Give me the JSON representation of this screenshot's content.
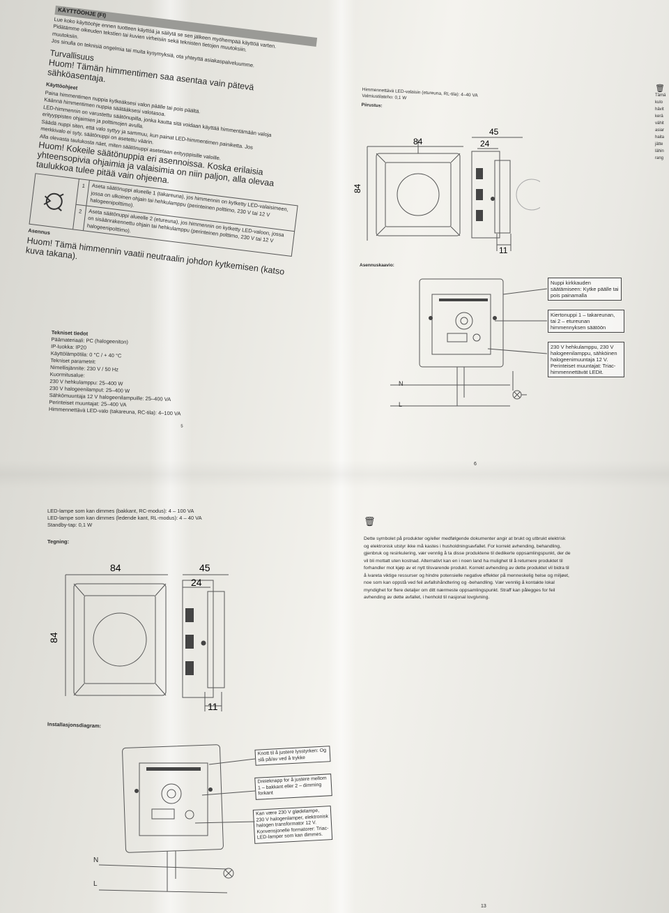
{
  "fi": {
    "header": "KÄYTTÖOHJE (FI)",
    "intro": [
      "Lue koko käyttöohje ennen tuotteen käyttöä ja säilytä se sen jälkeen myöhempää käyttöä varten.",
      "Pidätämme oikeuden tekstien tai kuvien virheisiin sekä teknisten tietojen muutoksiin.",
      "muutoksiin.",
      "Jos sinulla on teknisiä ongelmia tai muita kysymyksiä, ota yhteyttä asiakaspalveluumme."
    ],
    "safety_title": "Turvallisuus",
    "safety_text": "Huom! Tämän himmentimen saa asentaa vain pätevä sähköasentaja.",
    "usage_title": "Käyttöohjeet",
    "usage_lines": [
      "Paina himmentimen nuppia kytkeäksesi valon päälle tai pois päältä.",
      "Käännä himmentimen nuppia säätääksesi valotasoa.",
      "LED-himmennin on varustettu säätönupilla, jonka kautta sitä voidaan käyttää himmentämään valoja",
      "erityyppisten ohjaimien ja polttimojen avulla.",
      "Säädä nuppi siten, että valo syttyy ja sammuu, kun painat LED-himmentimen painiketta. Jos",
      "merkkivalo ei syty, säätönuppi on asetettu väärin.",
      "Alla olevasta taulukosta näet, miten säätönuppi asetetaan erityyppisille valoille."
    ],
    "note_text": "Huom! Kokeile säätönuppia eri asennoissa. Koska erilaisia yhteensopivia ohjaimia ja valaisimia on niin paljon, alla olevaa taulukkoa tulee pitää vain ohjeena.",
    "table_rows": [
      {
        "num": "1",
        "text": "Aseta säätönuppi alueelle 1 (takareuna), jos himmennin on kytketty LED-valaisimeen, jossa on ulkoinen ohjain tai hehkulamppu (perinteinen polttimo, 230 V tai 12 V halogeenipolttimo)."
      },
      {
        "num": "2",
        "text": "Aseta säätönuppi alueelle 2 (etureuna), jos himmennin on kytketty LED-valoon, jossa on sisäänrakennettu ohjain tai hehkulamppu (perinteinen polttimo, 230 V tai 12 V halogeenipolttimo)."
      }
    ],
    "install_title": "Asennus",
    "install_text": "Huom! Tämä himmennin vaatii neutraalin johdon kytkemisen (katso kuva takana).",
    "tech_title": "Tekniset tiedot",
    "tech_lines": [
      "Päämateriaali: PC (halogeeniton)",
      "IP-luokka: IP20",
      "Käyttölämpötila: 0 °C / + 40 °C"
    ],
    "param_title": "Tekniset parametrit:",
    "param_lines": [
      "Nimellisjännite: 230 V / 50 Hz"
    ],
    "load_title": "Kuormitusalue:",
    "load_lines": [
      "230 V hehkulamppu: 25–400 W",
      "230 V halogeenilamput: 25–400 W",
      "Sähkömuuntaja 12 V halogeenilampuille: 25–400 VA",
      "Perinteiset muuntajat: 25–400 VA",
      "Himmennettävä LED-valo (takareuna, RC-tila): 4–100 VA"
    ],
    "page_num": "5"
  },
  "fi_right": {
    "spec_lines": [
      "Himmennettävä LED-valaisin (etureuna, RL-tila): 4–40 VA",
      "Valmiustilateho: 0,1 W"
    ],
    "drawing_title": "Piirustus:",
    "dims": {
      "w": "84",
      "h": "84",
      "depth": "45",
      "d2": "24",
      "d3": "11"
    },
    "wiring_title": "Asennuskaavio:",
    "callouts": [
      "Nuppi kirkkauden säätämiseen: Kytke päälle tai pois painamalla",
      "Kiertonuppi 1 – takareunan, tai 2 – etureunan himmennyksen säätöön",
      "230 V hehkulamppu, 230 V halogeenilamppu, sähköinen halogeenimuuntaja 12 V. Perinteiset muuntajat: Triac-himmennettävät LEDit."
    ],
    "wire_n": "N",
    "wire_l": "L",
    "page_num": "6"
  },
  "no": {
    "spec_lines": [
      "LED-lampe som kan dimmes (bakkant, RC-modus): 4 – 100 VA",
      "LED-lampe som kan dimmes (ledende kant, RL-modus): 4 – 40 VA",
      "Standby-tap: 0,1 W"
    ],
    "drawing_title": "Tegning:",
    "dims": {
      "w": "84",
      "h": "84",
      "depth": "45",
      "d2": "24",
      "d3": "11"
    },
    "wiring_title": "Installasjonsdiagram:",
    "callouts": [
      "Knott til å justere lysstyrken: Og slå på/av ved å trykke",
      "Dreieknapp for å justere mellom 1 – bakkant eller 2 – dimming forkant",
      "Kan være 230 V glødelampe, 230 V halogenlamper, elektronisk halogen transformator 12 V. Konvensjonelle formatorer: Triac-LED-lamper som kan dimmes."
    ],
    "wire_n": "N",
    "wire_l": "L",
    "weee_lines": [
      "Dette symbolet på produkter og/eller medfølgende dokumenter angir at brukt og utbrukt elektrisk",
      "og elektronisk utstyr ikke må kastes i husholdningsavfallet. For korrekt avhending, behandling,",
      "gjenbruk og resirkulering, vær vennlig å ta disse produktene til dedikerte oppsamlingspunkt, der de",
      "vil bli mottatt uten kostnad. Alternativt kan en i noen land ha mulighet til å returnere produktet til",
      "forhandler mot kjøp av et nytt tilsvarende produkt. Korrekt avhending av dette produktet vil bidra til",
      "å ivareta viktige ressurser og hindre potensielle negative effekter på menneskelig helse og miljøet,",
      "noe som kan oppstå ved feil avfallshåndtering og -behandling. Vær vennlig å kontakte lokal",
      "myndighet for flere detaljer om ditt nærmeste oppsamlingspunkt. Straff kan pålegges for feil",
      "avhending av dette avfallet, i henhold til nasjonal lovgivning."
    ],
    "page_num": "13"
  },
  "edge_right": [
    "Tämä",
    "kulo",
    "hävit",
    "kerä",
    "vähit",
    "asiar",
    "haita",
    "jätte",
    "lähin",
    "rang"
  ]
}
